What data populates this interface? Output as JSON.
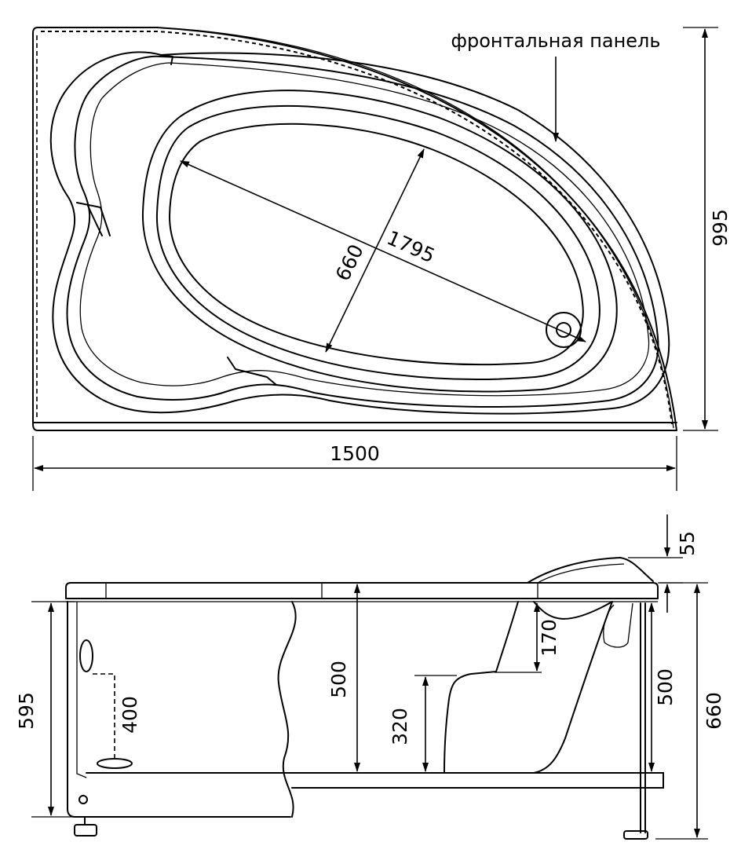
{
  "top_view": {
    "label_front_panel": "фронтальная панель",
    "dim_width": "1500",
    "dim_depth": "995",
    "dim_inner_length": "1795",
    "dim_inner_width": "660"
  },
  "side_view": {
    "dim_rim": "55",
    "dim_step": "170",
    "dim_depth_inner": "500",
    "dim_depth_right": "500",
    "dim_seat": "320",
    "dim_height_left": "595",
    "dim_height_total": "660",
    "dim_drain": "400"
  }
}
